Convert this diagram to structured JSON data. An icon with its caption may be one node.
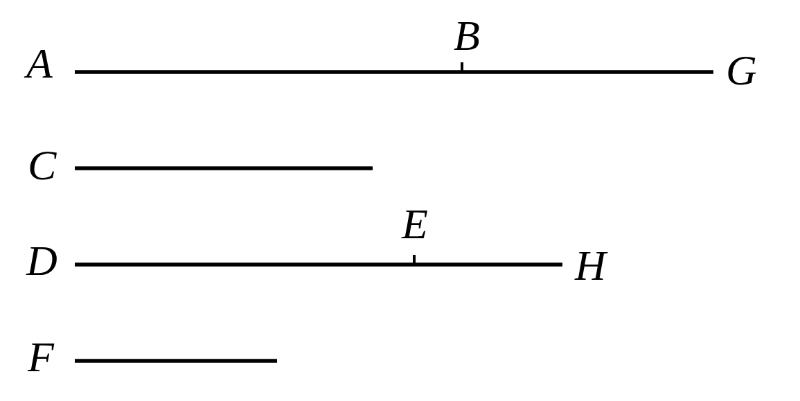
{
  "diagram": {
    "nodes": [
      {
        "text": [
          "A"
        ]
      },
      {
        "text": [
          "G"
        ]
      },
      {
        "text": [
          "C"
        ]
      },
      {
        "text": [
          "D"
        ]
      },
      {
        "text": [
          "H"
        ]
      },
      {
        "text": [
          "F"
        ]
      }
    ],
    "edges": [
      {
        "from": 0,
        "to": 1,
        "arrow": "none"
      },
      {
        "from": 2,
        "to": null,
        "arrow": "none"
      },
      {
        "from": 3,
        "to": 4,
        "arrow": "none"
      },
      {
        "from": 5,
        "to": null,
        "arrow": "none"
      }
    ],
    "labels": [
      "B",
      "E"
    ]
  }
}
